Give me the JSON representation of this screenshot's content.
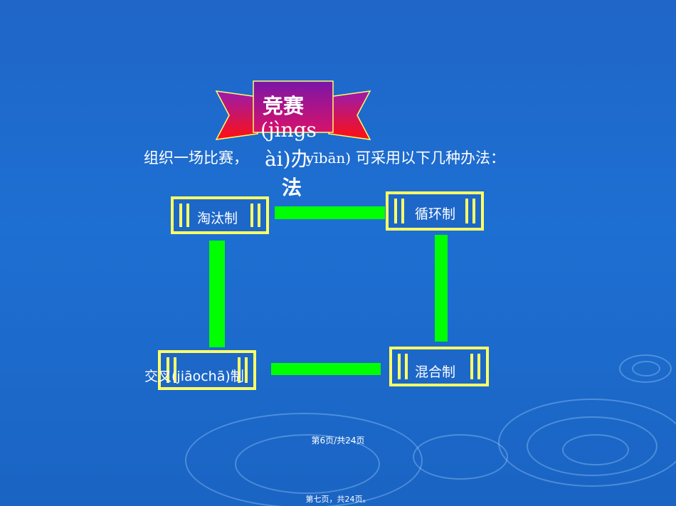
{
  "slide": {
    "title": "竞赛",
    "title_pinyin_1": "(jìngs",
    "title_pinyin_2": "ài)办",
    "title_suffix": "法",
    "intro": "组织一场比赛，",
    "intro_pinyin": "yībān)",
    "intro_end": "可采用以下几种办法：",
    "methods": [
      {
        "label": "淘汰制"
      },
      {
        "label": "循环制"
      },
      {
        "label": "交叉(jiāochā)制"
      },
      {
        "label": "混合制"
      }
    ],
    "page_indicator": "第6页/共24页",
    "footer_note": "第七页，共24页。"
  }
}
